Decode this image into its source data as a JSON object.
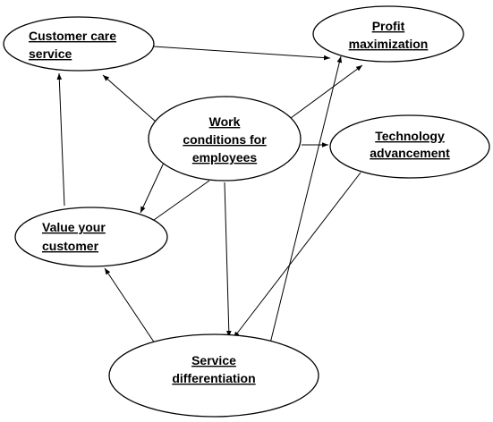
{
  "nodes": {
    "customer_care": {
      "line1": "Customer care",
      "line2": "service"
    },
    "profit": {
      "line1": "Profit",
      "line2": "maximization"
    },
    "work_conditions": {
      "line1": "Work",
      "line2": "conditions for",
      "line3": "employees"
    },
    "technology": {
      "line1": "Technology",
      "line2": "advancement"
    },
    "value_customer": {
      "line1": "Value your",
      "line2": "customer"
    },
    "service_diff": {
      "line1": "Service",
      "line2": "differentiation"
    }
  },
  "colors": {
    "stroke": "#000000",
    "fill": "#ffffff",
    "text": "#000000"
  }
}
